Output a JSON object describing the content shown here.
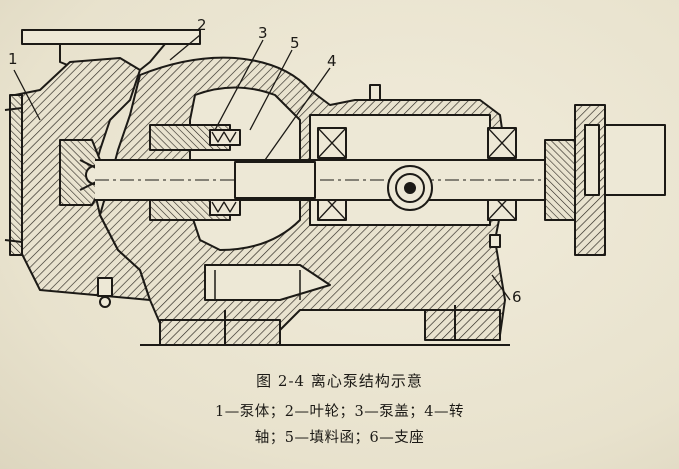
{
  "labels": {
    "l1": "1",
    "l2": "2",
    "l3": "3",
    "l4": "4",
    "l5": "5",
    "l6": "6"
  },
  "caption": {
    "title": "图 2-4   离心泵结构示意",
    "line1": "1—泵体；2—叶轮；3—泵盖；4—转",
    "line2": "轴；5—填料函；6—支座"
  },
  "colors": {
    "ink": "#1c1a16",
    "paper": "#ede8d6"
  }
}
